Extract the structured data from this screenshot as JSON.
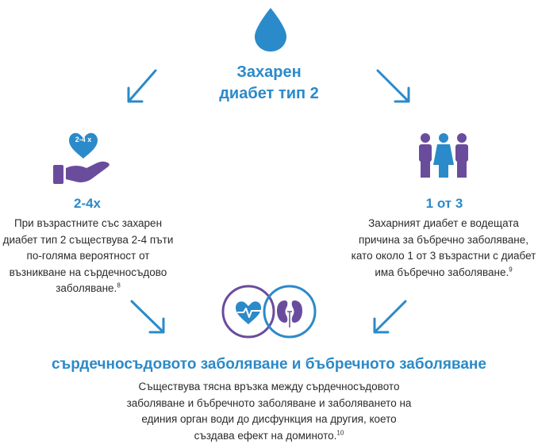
{
  "top": {
    "title_line1": "Захарен",
    "title_line2": "диабет тип 2"
  },
  "left": {
    "badge": "2-4 x",
    "heading": "2-4x",
    "lines": [
      "При възрастните със захарен",
      "диабет тип 2 съществува 2-4 пъти",
      "по-голяма вероятност от",
      "възникване на сърдечносъдово",
      "заболяване."
    ],
    "ref": "8"
  },
  "right": {
    "heading": "1 от 3",
    "lines": [
      "Захарният диабет е водещата",
      "причина за бъбречно заболяване,",
      "като около 1 от 3 възрастни с диабет",
      "има бъбречно заболяване."
    ],
    "ref": "9"
  },
  "bottom": {
    "heading": "сърдечносъдовото заболяване и бъбречното заболяване",
    "lines": [
      "Съществува тясна връзка между сърдечносъдовото",
      "заболяване и бъбречното заболяване и заболяването на",
      "единия орган води до дисфункция на другия, което",
      "създава ефект на доминото."
    ],
    "ref": "10"
  },
  "colors": {
    "blue": "#2b8ac9",
    "purple": "#6a4c9c"
  },
  "icons": [
    "water-drop-icon",
    "hand-heart-icon",
    "people-icon",
    "heart-pulse-icon",
    "kidneys-icon",
    "arrow-icon"
  ]
}
